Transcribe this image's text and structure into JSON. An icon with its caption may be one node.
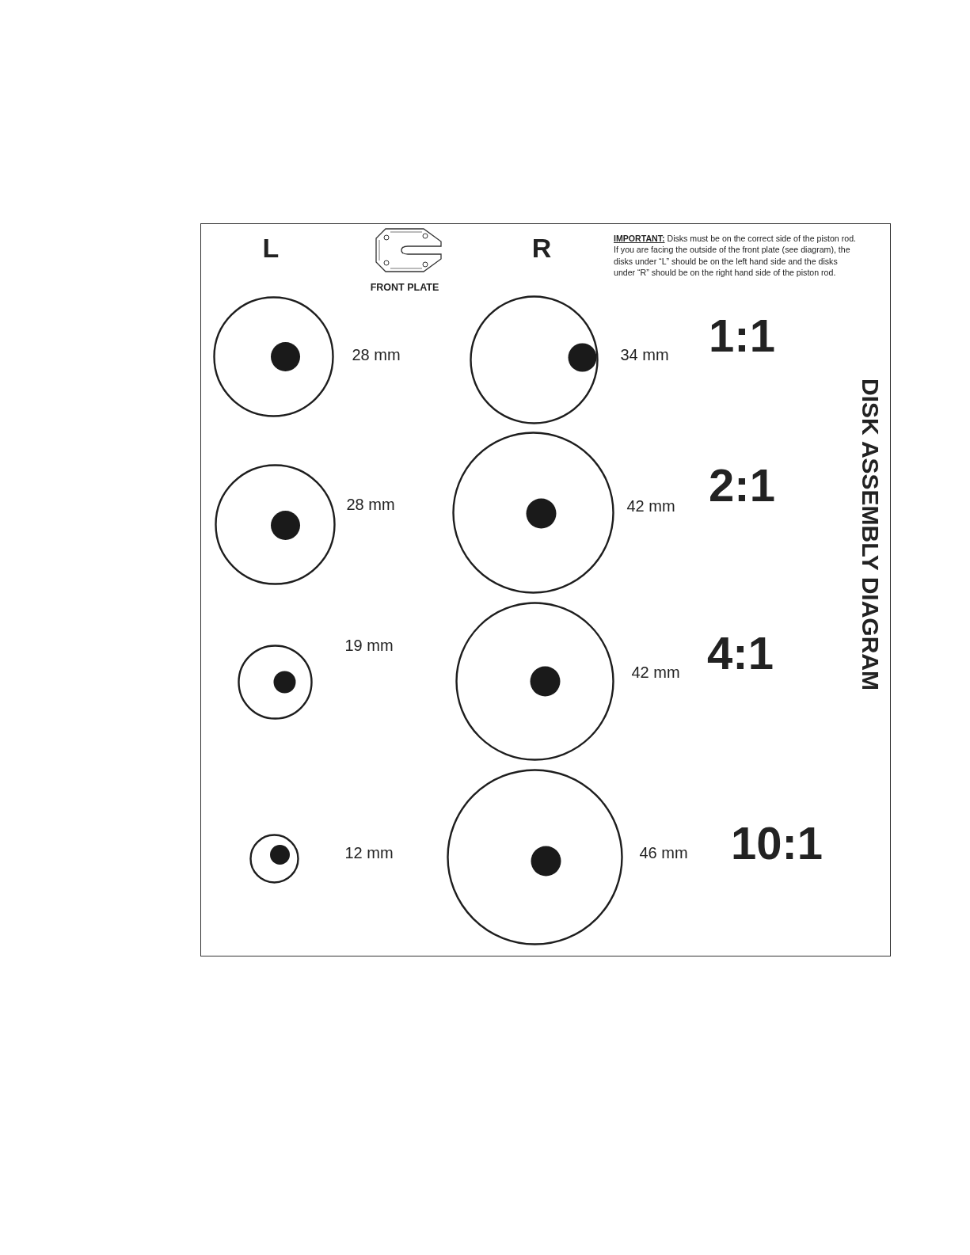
{
  "diagram": {
    "title": "DISK ASSEMBLY DIAGRAM",
    "labels": [
      "L",
      "FRONT PLATE",
      "R",
      "**IMPORTANT:** Disks must be on the correct side of the piston rod. If you are facing the outside of the front plate (see diagram), the disks under “L” should be on the left hand side and the disks under “R” should be on the right hand side of the piston rod.",
      "28 mm",
      "34 mm",
      "1:1",
      "28 mm",
      "42 mm",
      "2:1",
      "19 mm",
      "42 mm",
      "4:1",
      "12 mm",
      "46 mm",
      "10:1"
    ]
  }
}
